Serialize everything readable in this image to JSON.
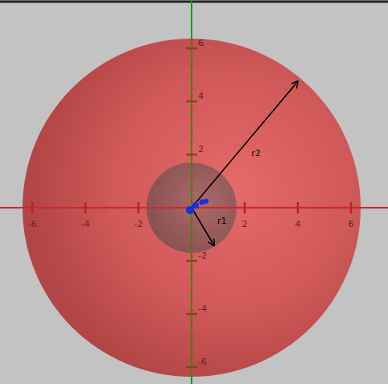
{
  "diagram": {
    "labels": [
      "6",
      "4",
      "2",
      "-2",
      "-4",
      "-6",
      "-6",
      "-4",
      "-2",
      "2",
      "4",
      "6",
      "r2",
      "r1"
    ]
  }
}
